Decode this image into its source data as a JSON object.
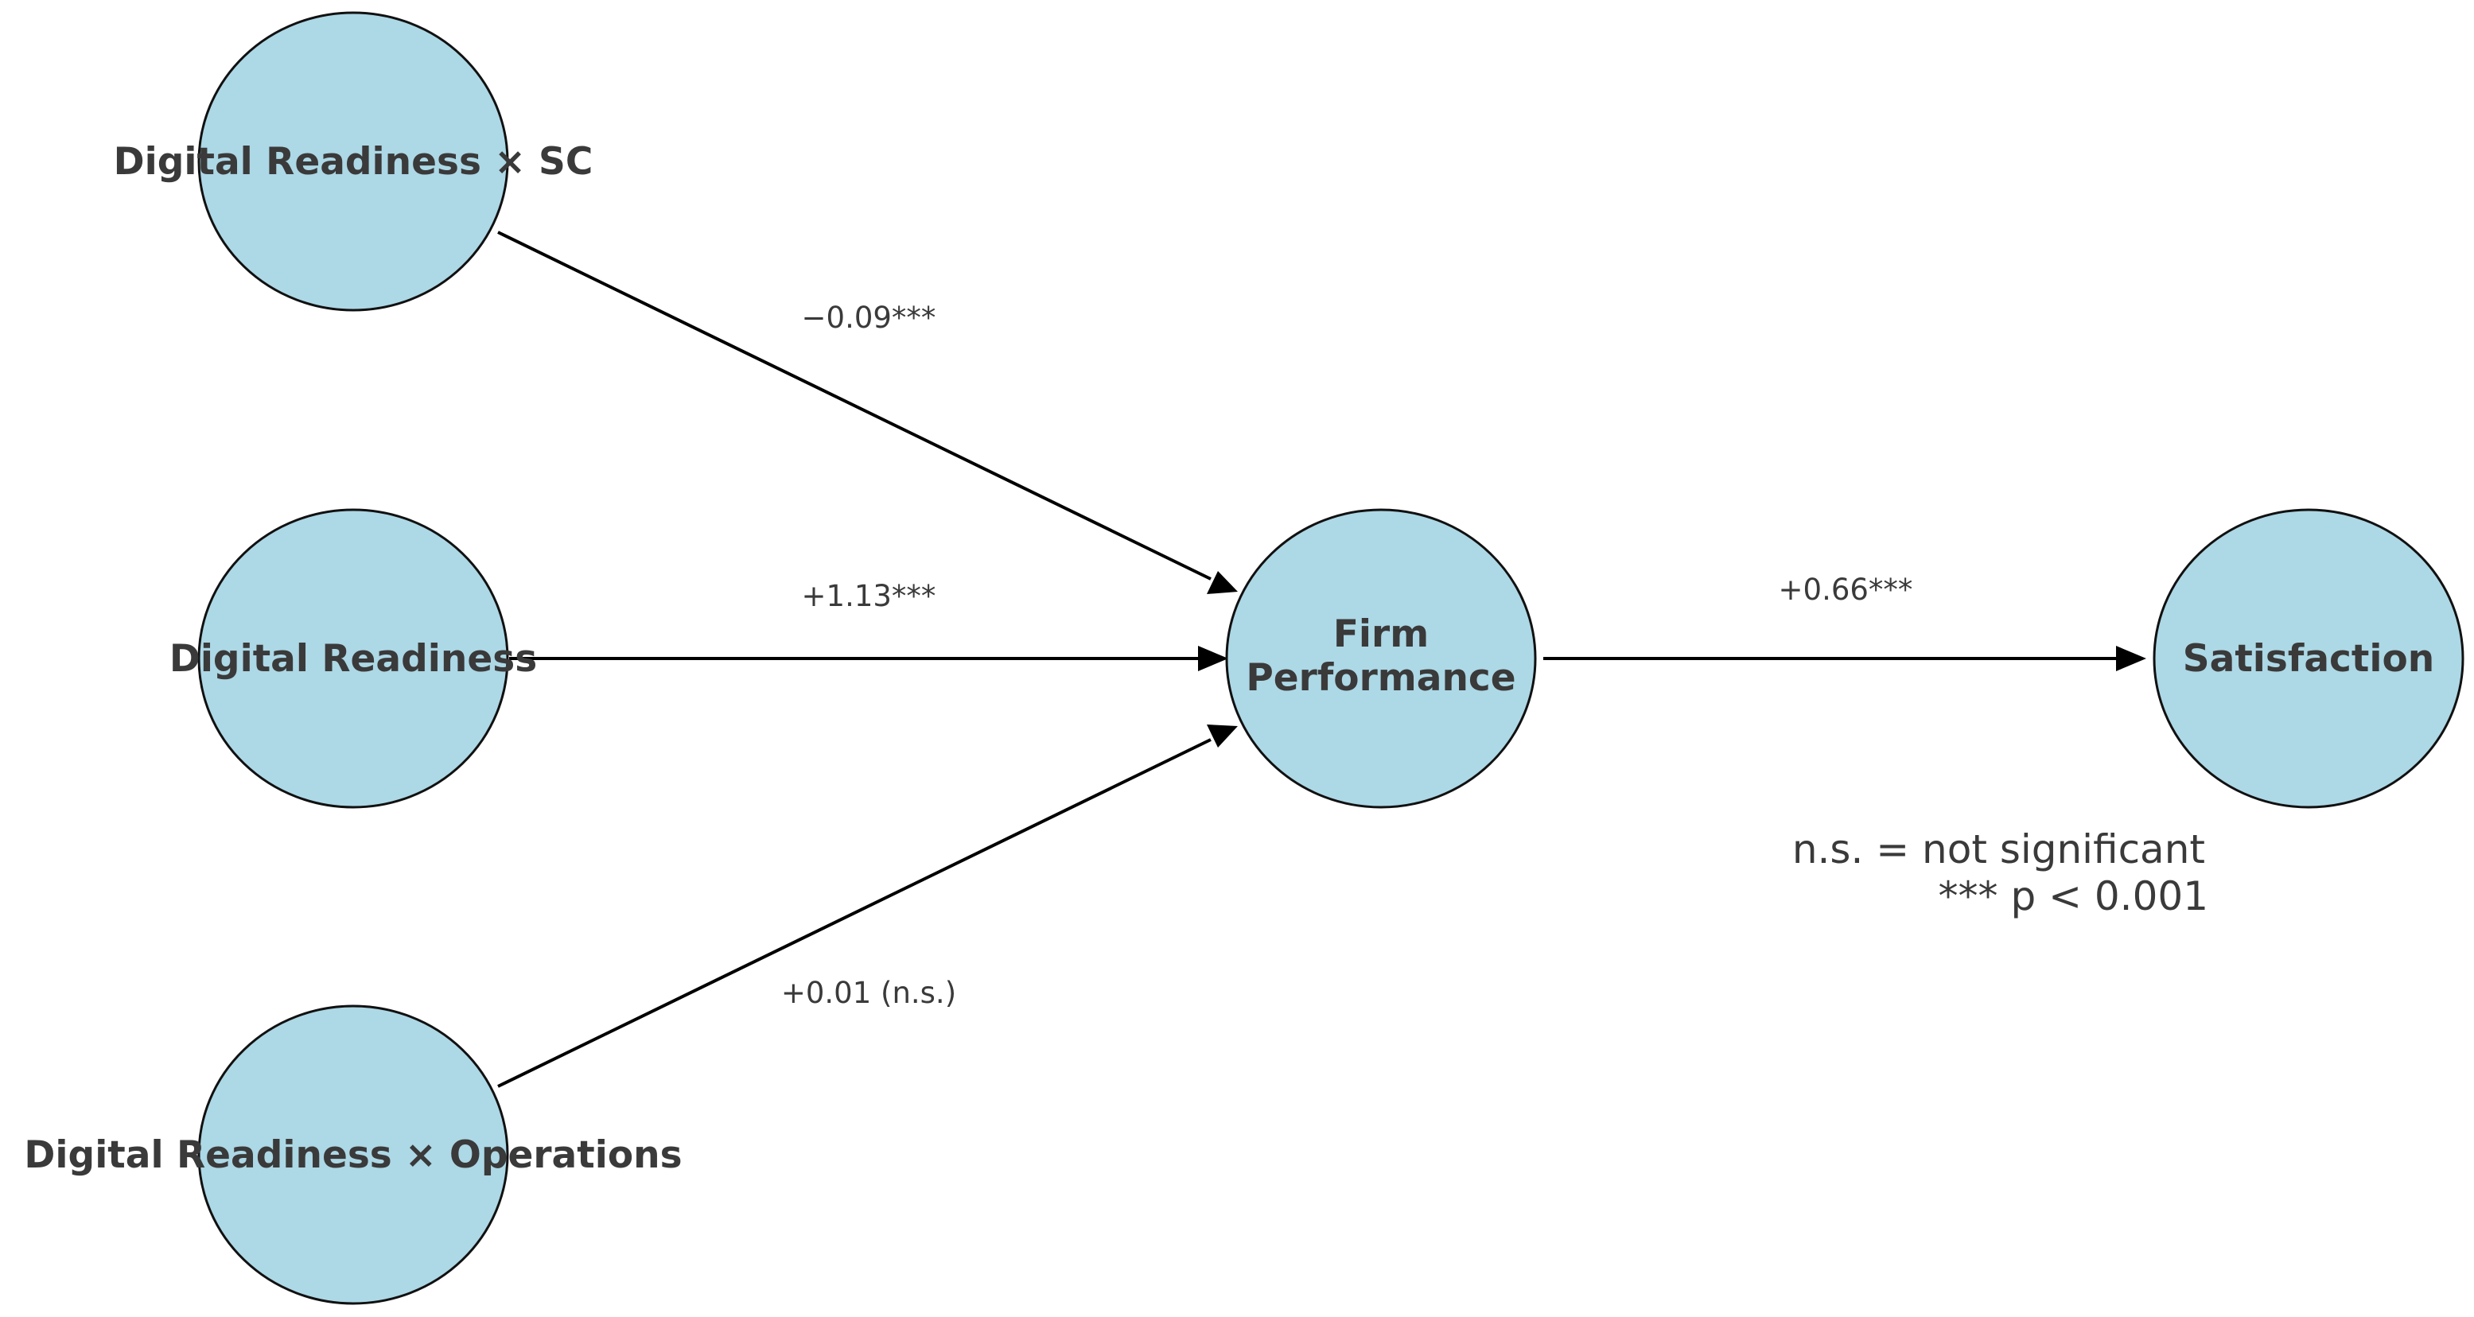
{
  "nodes": {
    "dr_sc": {
      "label": "Digital Readiness × SC"
    },
    "dr": {
      "label": "Digital Readiness"
    },
    "dr_ops": {
      "label": "Digital Readiness × Operations"
    },
    "firm_performance": {
      "label_line1": "Firm",
      "label_line2": "Performance"
    },
    "satisfaction": {
      "label": "Satisfaction"
    }
  },
  "edges": {
    "dr_sc_to_fp": {
      "from": "Digital Readiness × SC",
      "to": "Firm Performance",
      "coefficient": "−0.09***"
    },
    "dr_to_fp": {
      "from": "Digital Readiness",
      "to": "Firm Performance",
      "coefficient": "+1.13***"
    },
    "dr_ops_to_fp": {
      "from": "Digital Readiness × Operations",
      "to": "Firm Performance",
      "coefficient": "+0.01 (n.s.)"
    },
    "fp_to_sat": {
      "from": "Firm Performance",
      "to": "Satisfaction",
      "coefficient": "+0.66***"
    }
  },
  "legend": {
    "line1": "n.s. = not significant",
    "line2": "*** p < 0.001"
  },
  "colors": {
    "node_fill": "#add8e6",
    "node_stroke": "#111111",
    "text": "#3a3a3a",
    "arrow": "#000000"
  }
}
